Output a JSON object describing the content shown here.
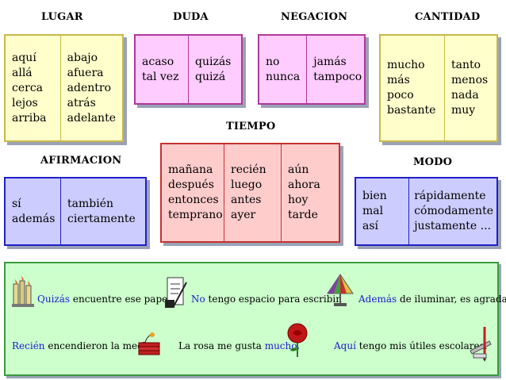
{
  "categories": {
    "lugar": {
      "title": "LUGAR",
      "col1": [
        "aquí",
        "allá",
        "cerca",
        "lejos",
        "arriba"
      ],
      "col2": [
        "abajo",
        "afuera",
        "adentro",
        "atrás",
        "adelante"
      ]
    },
    "duda": {
      "title": "DUDA",
      "col1": [
        "acaso",
        "tal vez"
      ],
      "col2": [
        "quizás",
        "quizá"
      ]
    },
    "negacion": {
      "title": "NEGACION",
      "col1": [
        "no",
        "nunca"
      ],
      "col2": [
        "jamás",
        "tampoco"
      ]
    },
    "cantidad": {
      "title": "CANTIDAD",
      "col1": [
        "mucho",
        "más",
        "poco",
        "bastante"
      ],
      "col2": [
        "tanto",
        "menos",
        "nada",
        "muy"
      ]
    },
    "afirmacion": {
      "title": "AFIRMACION",
      "col1": [
        "sí",
        "además"
      ],
      "col2": [
        "también",
        "ciertamente"
      ]
    },
    "tiempo": {
      "title": "TIEMPO",
      "col1": [
        "mañana",
        "después",
        "entonces",
        "temprano"
      ],
      "col2": [
        "recién",
        "luego",
        "antes",
        "ayer"
      ],
      "col3": [
        "aún",
        "ahora",
        "hoy",
        "tarde"
      ]
    },
    "modo": {
      "title": "MODO",
      "col1": [
        "bien",
        "mal",
        "así"
      ],
      "col2": [
        "rápidamente",
        "cómodamente",
        "justamente ..."
      ]
    }
  },
  "examples": [
    {
      "adverb": "Quizás",
      "pre": "",
      "rest": " encuentre ese papel.",
      "icon": "candles-icon"
    },
    {
      "adverb": "No",
      "pre": "",
      "rest": " tengo espacio para escribir.",
      "icon": "scroll-quill-icon"
    },
    {
      "adverb": "Además",
      "pre": "",
      "rest": " de iluminar, es agradable.",
      "icon": "lamp-icon"
    },
    {
      "adverb": "Recién",
      "pre": "",
      "rest": " encendieron la mecha.",
      "icon": "dynamite-icon"
    },
    {
      "adverb": "mucho",
      "pre": "La rosa me gusta ",
      "rest": ".",
      "icon": "rose-icon"
    },
    {
      "adverb": "Aquí",
      "pre": "",
      "rest": " tengo mis útiles escolares.",
      "icon": "school-supplies-icon"
    }
  ],
  "colors": {
    "adverb_highlight": "#1a1ad0",
    "lugar": "#ffffcc",
    "duda": "#ffccff",
    "afirmacion": "#ccccff",
    "tiempo": "#ffcccc",
    "ejemplos": "#ccffcc"
  }
}
